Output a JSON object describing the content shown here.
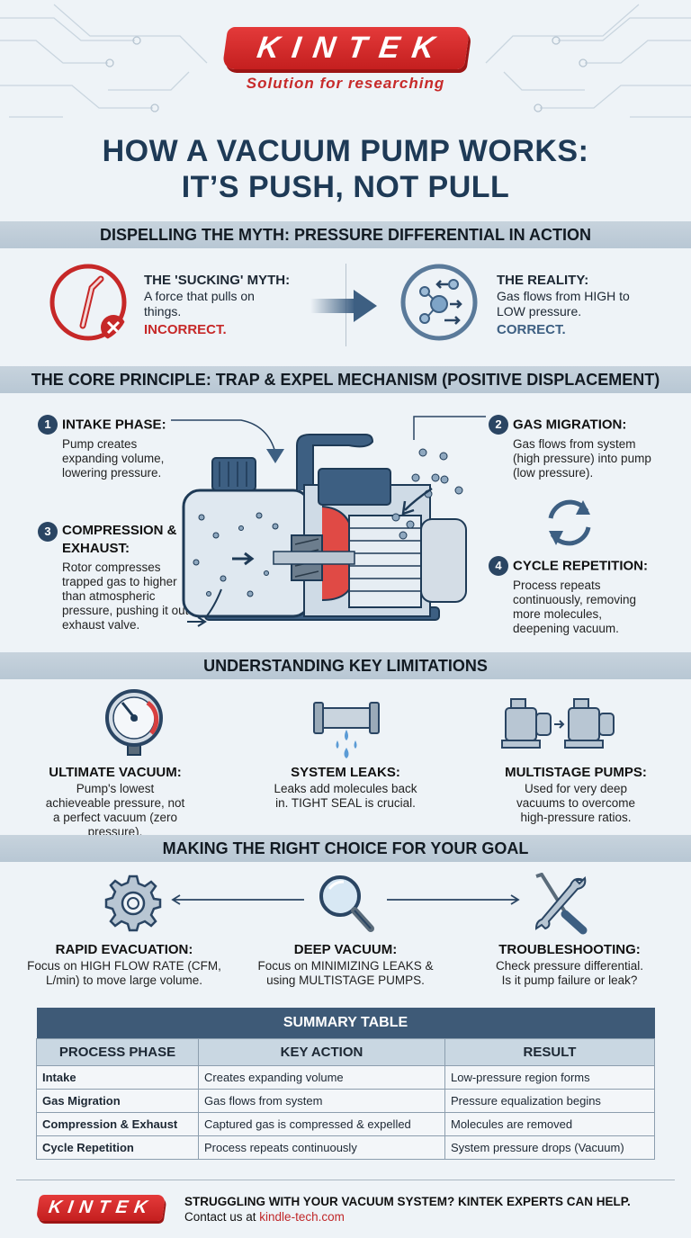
{
  "brand": {
    "logo": "KINTEK",
    "tagline": "Solution for researching",
    "accent": "#d42a2a",
    "navy": "#1e3a56"
  },
  "title": {
    "line1": "HOW A VACUUM PUMP WORKS:",
    "line2": "IT’S PUSH, NOT PULL"
  },
  "myth_section": {
    "header": "DISPELLING THE MYTH: PRESSURE DIFFERENTIAL IN ACTION",
    "myth": {
      "icon": "straw-x-icon",
      "title": "THE 'SUCKING' MYTH:",
      "desc": "A force that pulls on things.",
      "verdict": "INCORRECT.",
      "color": "#c62828"
    },
    "reality": {
      "icon": "molecules-flow-icon",
      "title": "THE REALITY:",
      "desc": "Gas flows from HIGH to LOW pressure.",
      "verdict": "CORRECT.",
      "color": "#3d5f82"
    }
  },
  "core_section": {
    "header": "THE CORE PRINCIPLE: TRAP & EXPEL MECHANISM (POSITIVE DISPLACEMENT)",
    "steps": [
      {
        "num": "1",
        "title": "INTAKE PHASE:",
        "desc": "Pump creates expanding volume, lowering pressure."
      },
      {
        "num": "2",
        "title": "GAS MIGRATION:",
        "desc": "Gas flows from system (high pressure) into pump (low pressure)."
      },
      {
        "num": "3",
        "title": "COMPRESSION & EXHAUST:",
        "desc": "Rotor compresses trapped gas to higher than atmospheric pressure, pushing it out exhaust valve."
      },
      {
        "num": "4",
        "title": "CYCLE REPETITION:",
        "desc": "Process repeats continuously, removing more molecules, deepening vacuum."
      }
    ]
  },
  "limits_section": {
    "header": "UNDERSTANDING KEY LIMITATIONS",
    "items": [
      {
        "icon": "pressure-gauge-icon",
        "title": "ULTIMATE VACUUM:",
        "desc": "Pump's lowest achieveable pressure, not a perfect vacuum (zero pressure)."
      },
      {
        "icon": "leaking-pipe-icon",
        "title": "SYSTEM LEAKS:",
        "desc": "Leaks add molecules back in. TIGHT SEAL is crucial."
      },
      {
        "icon": "multistage-pumps-icon",
        "title": "MULTISTAGE PUMPS:",
        "desc": "Used for very deep vacuums to overcome high-pressure ratios."
      }
    ]
  },
  "choice_section": {
    "header": "MAKING THE RIGHT CHOICE FOR YOUR GOAL",
    "items": [
      {
        "icon": "gear-icon",
        "title": "RAPID EVACUATION:",
        "desc": "Focus on HIGH FLOW RATE (CFM, L/min) to move large volume."
      },
      {
        "icon": "magnifier-icon",
        "title": "DEEP VACUUM:",
        "desc": "Focus on MINIMIZING LEAKS & using MULTISTAGE PUMPS."
      },
      {
        "icon": "tools-icon",
        "title": "TROUBLESHOOTING:",
        "desc": "Check pressure differential. Is it pump failure or leak?"
      }
    ]
  },
  "summary_table": {
    "caption": "SUMMARY TABLE",
    "headers": [
      "PROCESS PHASE",
      "KEY ACTION",
      "RESULT"
    ],
    "rows": [
      [
        "Intake",
        "Creates expanding volume",
        "Low-pressure region forms"
      ],
      [
        "Gas Migration",
        "Gas flows from system",
        "Pressure equalization begins"
      ],
      [
        "Compression & Exhaust",
        "Captured gas is compressed & expelled",
        "Molecules are removed"
      ],
      [
        "Cycle Repetition",
        "Process repeats continuously",
        "System pressure drops (Vacuum)"
      ]
    ]
  },
  "footer": {
    "logo": "KINTEK",
    "cta": "STRUGGLING WITH YOUR VACUUM SYSTEM? KINTEK EXPERTS CAN HELP.",
    "contact_prefix": "Contact us at ",
    "link": "kindle-tech.com"
  }
}
